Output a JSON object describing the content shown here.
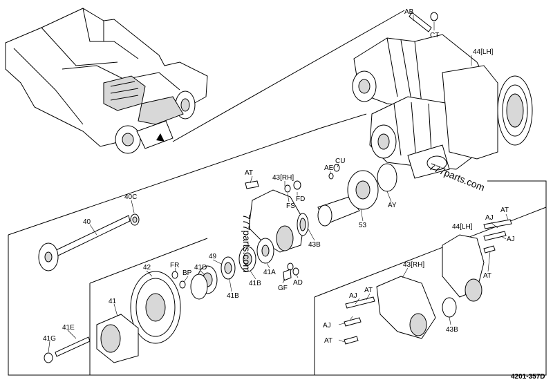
{
  "labels": {
    "AB": "AB",
    "CT": "CT",
    "44LH_top": "44[LH]",
    "AT_top": "AT",
    "43RH_top": "43[RH]",
    "AE": "AE",
    "CU": "CU",
    "FD": "FD",
    "FS": "FS",
    "AY": "AY",
    "53": "53",
    "43B_mid": "43B",
    "40C": "40C",
    "40": "40",
    "FR": "FR",
    "BP": "BP",
    "41D": "41D",
    "49": "49",
    "41B_a": "41B",
    "41B_b": "41B",
    "41A": "41A",
    "AD": "AD",
    "GF": "GF",
    "42": "42",
    "41": "41",
    "41E": "41E",
    "41G": "41G",
    "AT_right1": "AT",
    "AJ_right1": "AJ",
    "AJ_right2": "AJ",
    "44LH_right": "44[LH]",
    "AT_right2": "AT",
    "43RH_right": "43[RH]",
    "AJ_low1": "AJ",
    "AT_low1": "AT",
    "AJ_low2": "AJ",
    "AT_low2": "AT",
    "43B_low": "43B"
  },
  "watermark_1": "777parts.com",
  "watermark_2": "777parts.com",
  "drawing_code": "4201-357D"
}
